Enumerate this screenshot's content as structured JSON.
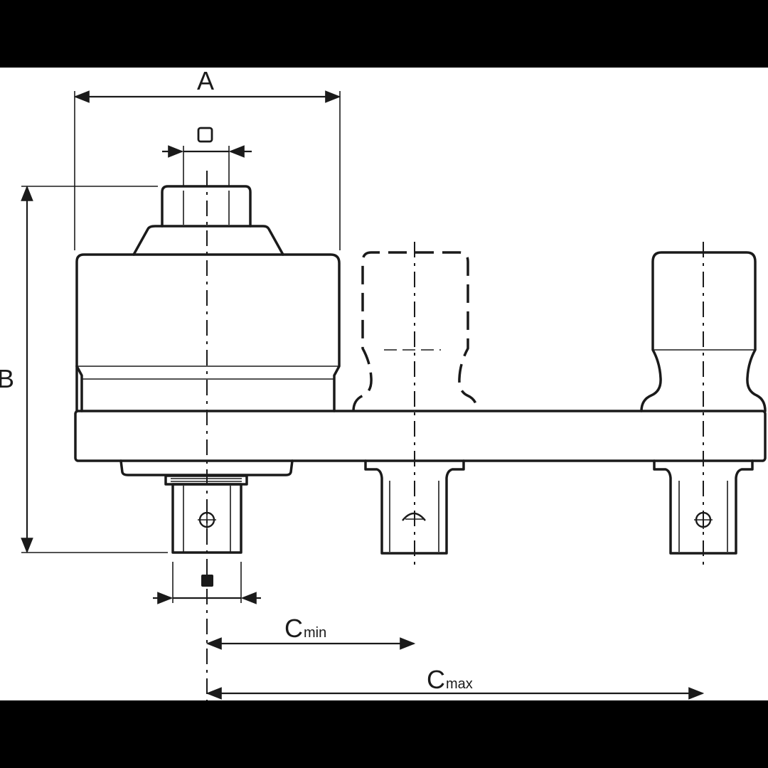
{
  "labels": {
    "a": "A",
    "b": "B",
    "c_main": "C",
    "c_min_sub": "min",
    "c_max_sub": "max"
  },
  "colors": {
    "background_band": "#000000",
    "drawing_bg": "#ffffff",
    "line": "#1a1a1a"
  },
  "symbols": {
    "square_drive_top": "hollow-square-icon",
    "square_drive_bottom": "filled-square-icon"
  }
}
